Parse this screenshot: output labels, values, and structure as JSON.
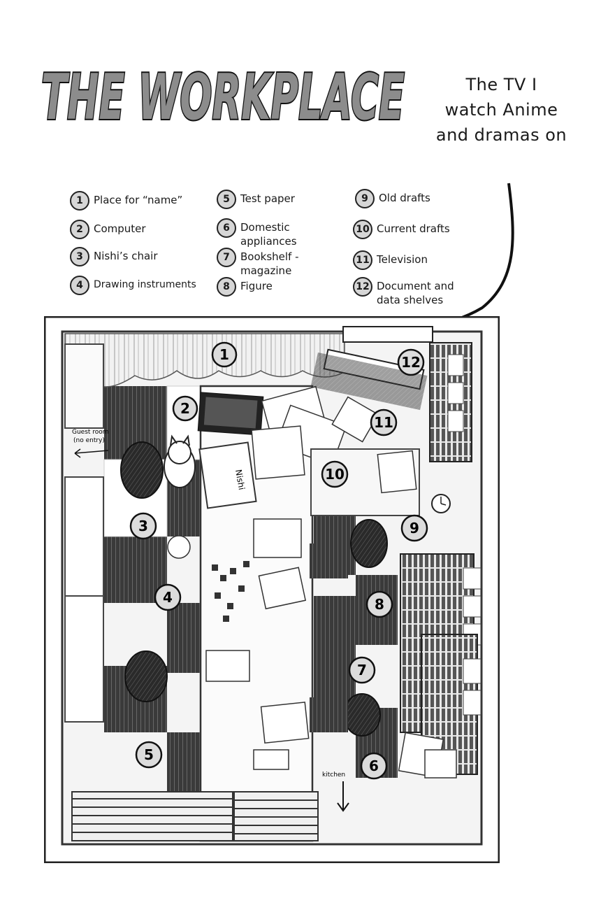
{
  "title": "THE WORKPLACE",
  "tv_note": [
    "The TV I",
    "watch Anime",
    "and dramas on"
  ],
  "legend": [
    {
      "num": "1",
      "label": "Place for “name”"
    },
    {
      "num": "2",
      "label": "Computer"
    },
    {
      "num": "3",
      "label": "Nishi’s chair"
    },
    {
      "num": "4",
      "label": "Drawing instruments"
    },
    {
      "num": "5",
      "label": "Test paper"
    },
    {
      "num": "6",
      "label": "Domestic appliances"
    },
    {
      "num": "7",
      "label": "Bookshelf - magazine"
    },
    {
      "num": "8",
      "label": "Figure"
    },
    {
      "num": "9",
      "label": "Old drafts"
    },
    {
      "num": "10",
      "label": "Current drafts"
    },
    {
      "num": "11",
      "label": "Television"
    },
    {
      "num": "12",
      "label": "Document and data shelves"
    }
  ],
  "room_labels": {
    "guest_room": "Guest room",
    "no_entry": "(no entry)",
    "kitchen": "kitchen",
    "paper_text": "Nishi"
  },
  "colors": {
    "title_fill": "#8c8c8c",
    "marker_fill": "#dcdcdc",
    "floor_dark": "#2e2e2e",
    "ink": "#1a1a1a"
  }
}
